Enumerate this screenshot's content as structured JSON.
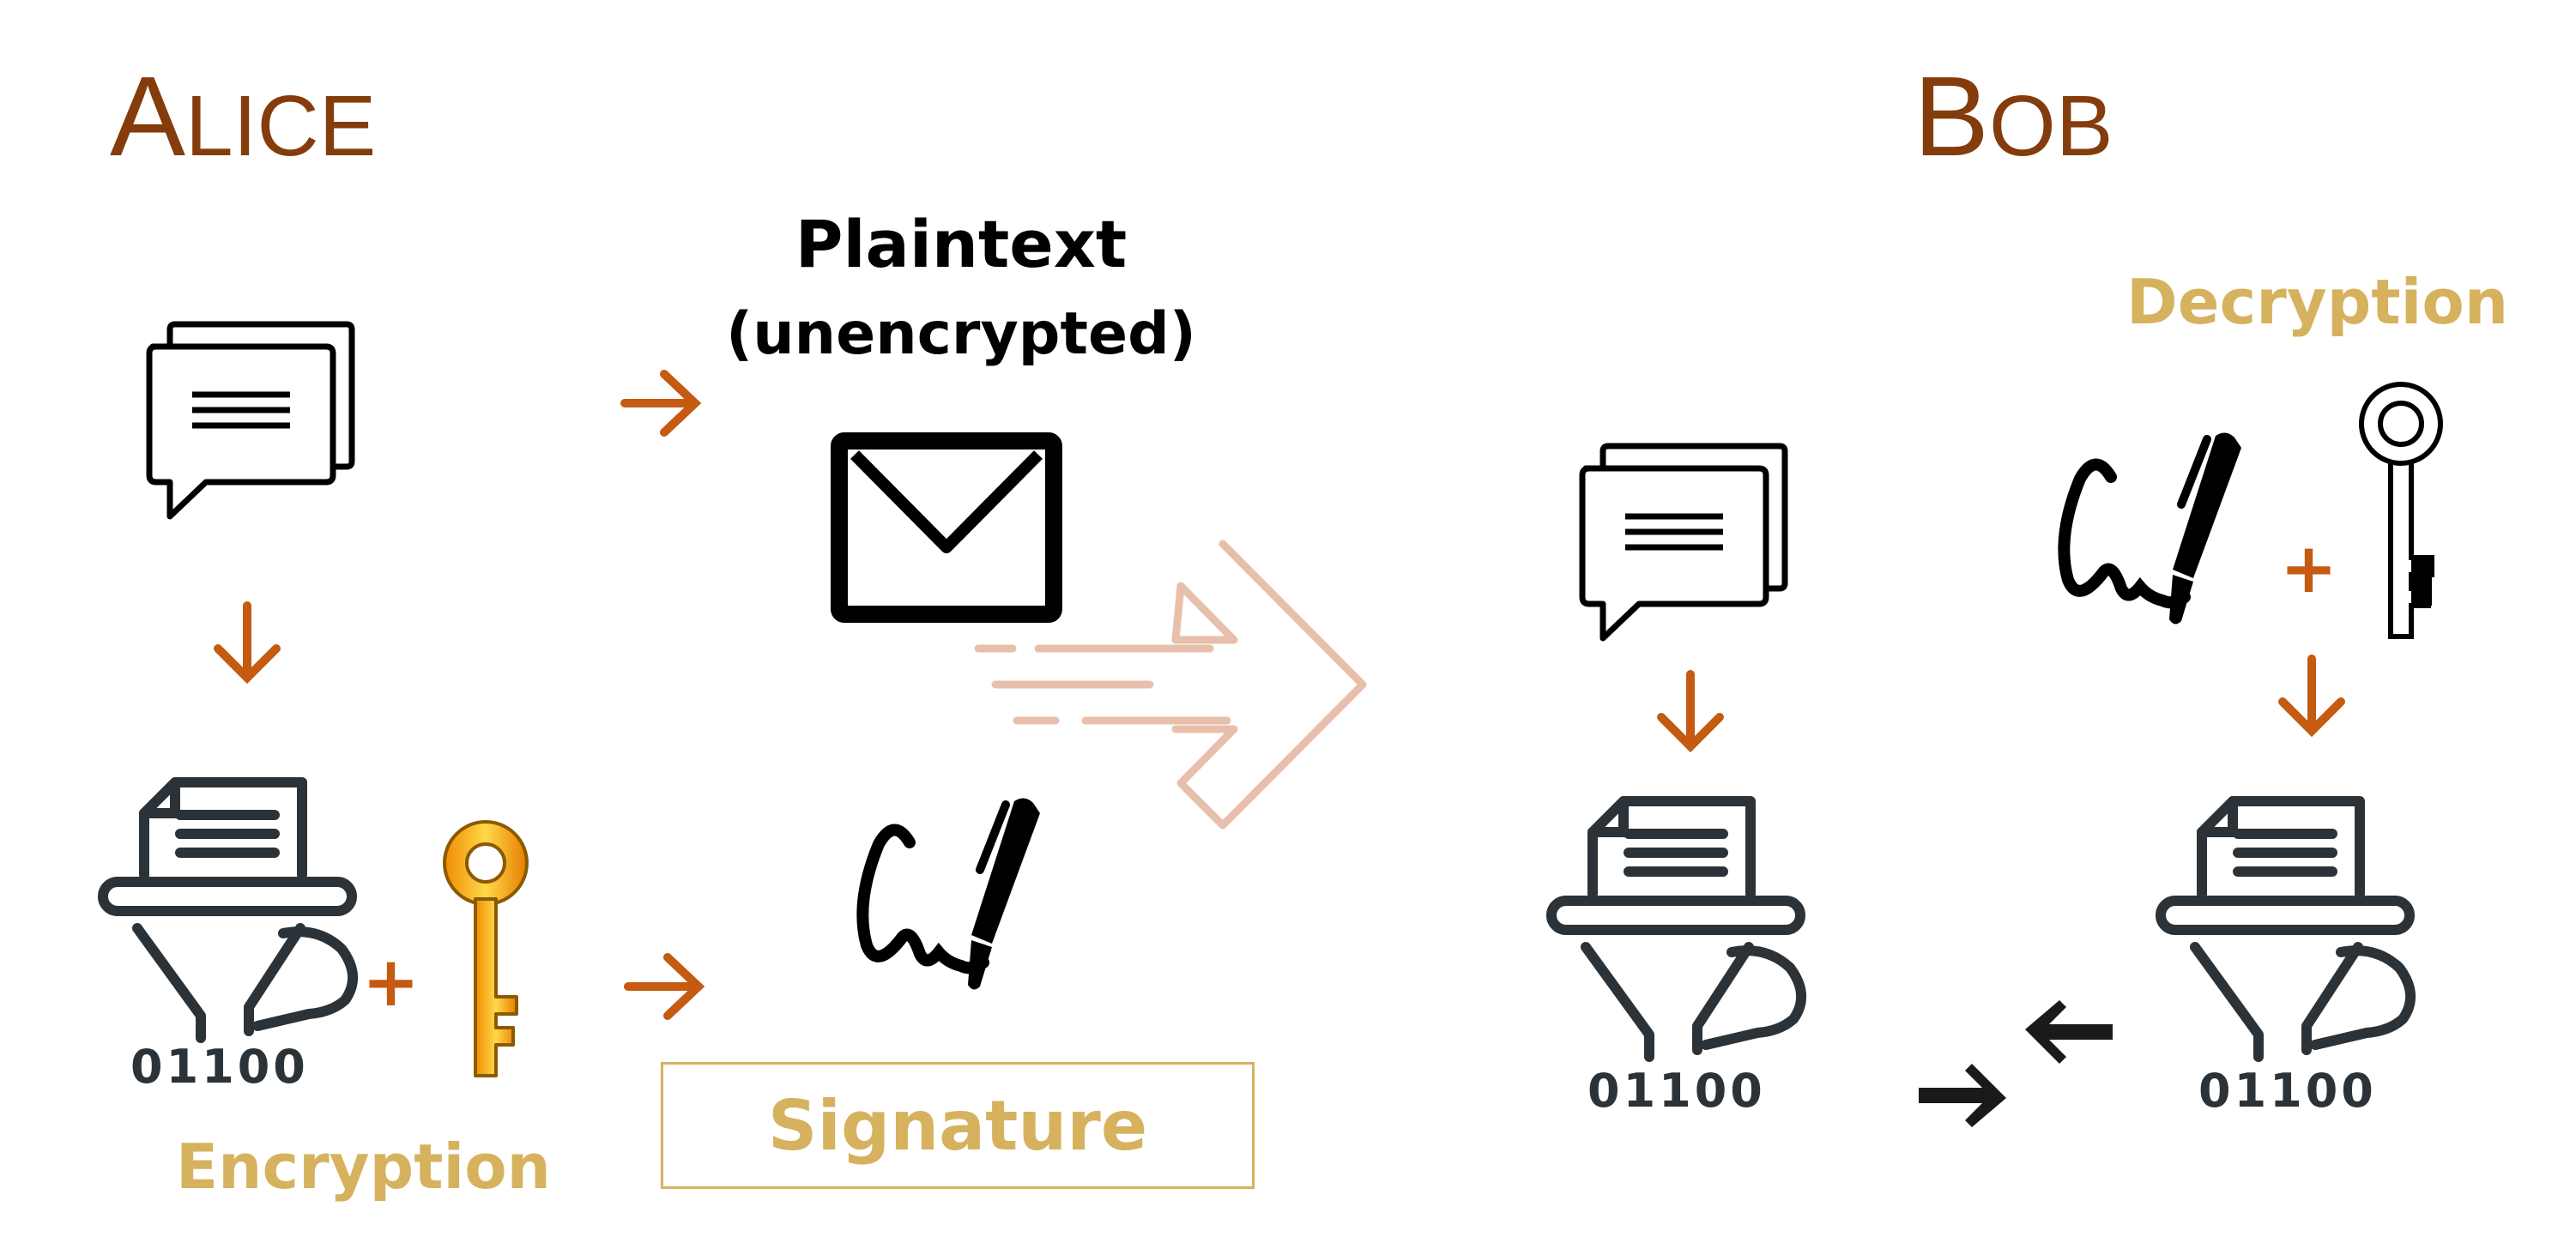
{
  "alice": {
    "first_letter": "A",
    "rest": "LICE"
  },
  "bob": {
    "first_letter": "B",
    "rest": "OB"
  },
  "plaintext": {
    "line1": "Plaintext",
    "line2": "(unencrypted)"
  },
  "labels": {
    "encryption": "Encryption",
    "decryption": "Decryption",
    "signature": "Signature",
    "binary": "01100",
    "plus": "+"
  },
  "colors": {
    "heading": "#843c0c",
    "arrow": "#c55a11",
    "gold_label": "#d6b25e",
    "icon": "#2b3338",
    "big_arrow": "#e8bfab",
    "key_gold": "#f5a30a"
  }
}
